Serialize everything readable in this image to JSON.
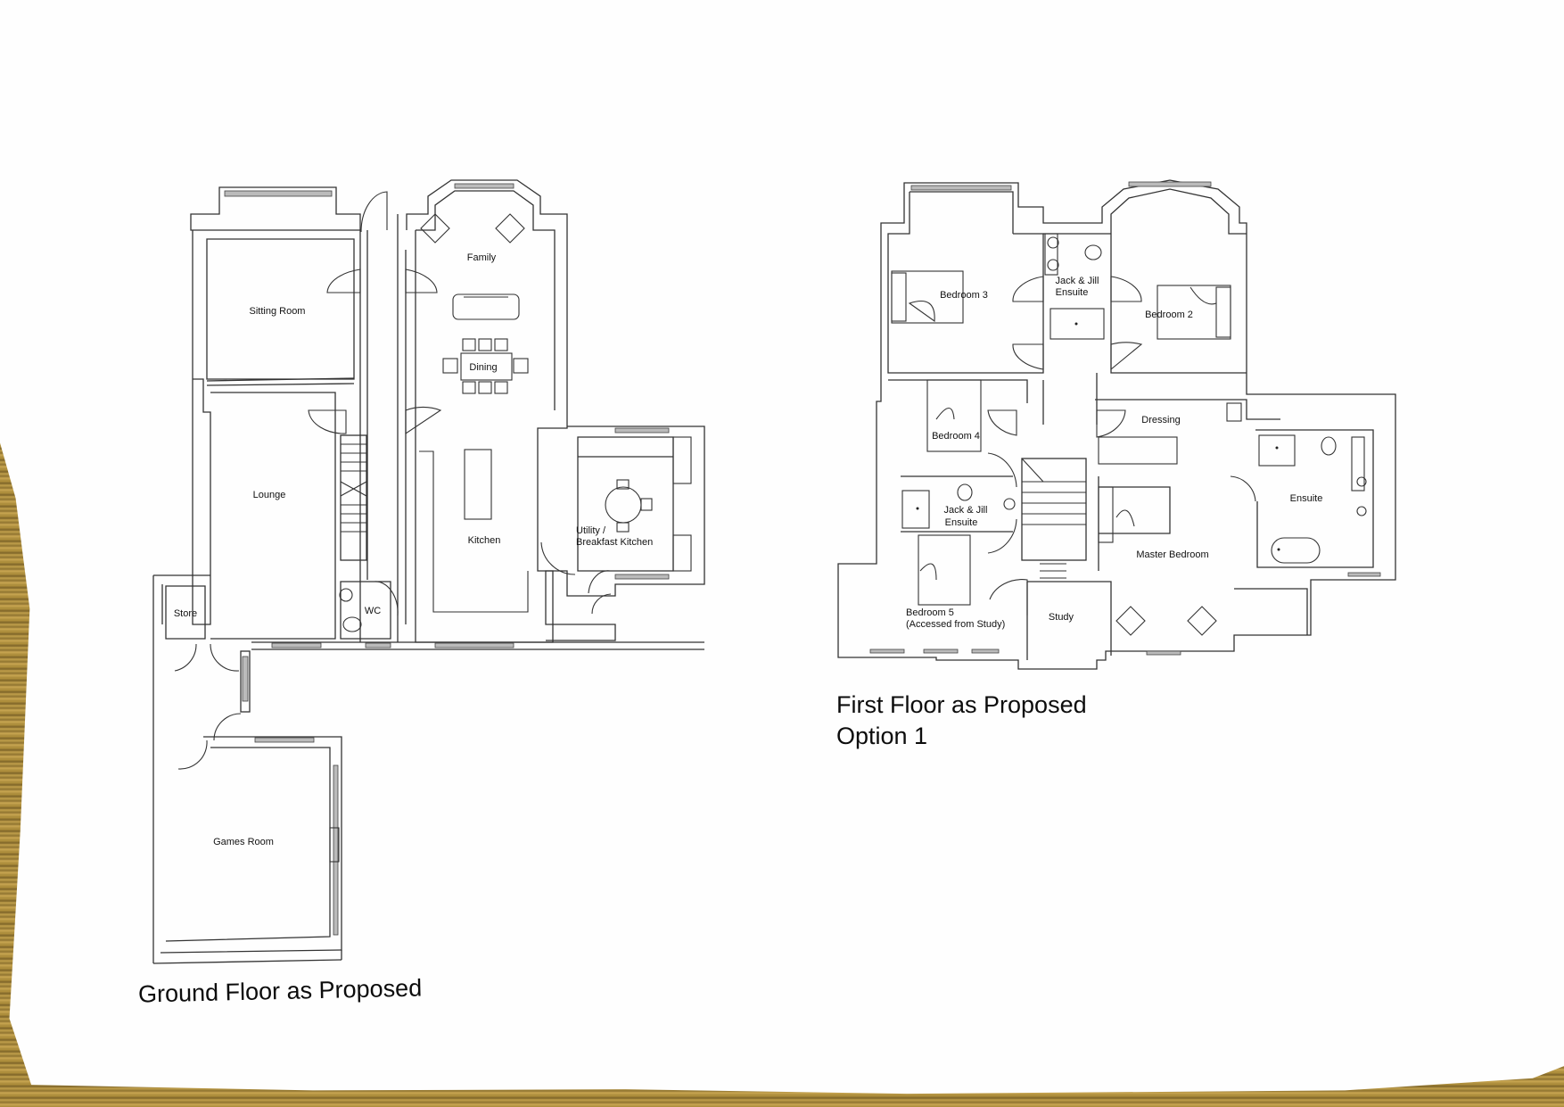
{
  "document": {
    "type": "architectural floor plans",
    "drawings": [
      {
        "id": "ground",
        "title": "Ground Floor as Proposed",
        "rooms": [
          {
            "label": "Sitting Room"
          },
          {
            "label": "Family"
          },
          {
            "label": "Dining"
          },
          {
            "label": "Lounge"
          },
          {
            "label": "Kitchen"
          },
          {
            "label": "Utility /"
          },
          {
            "label": "Breakfast Kitchen"
          },
          {
            "label": "WC"
          },
          {
            "label": "Store"
          },
          {
            "label": "Games Room"
          }
        ]
      },
      {
        "id": "first",
        "title_line1": "First Floor as Proposed",
        "title_line2": "Option 1",
        "rooms": [
          {
            "label": "Bedroom 3"
          },
          {
            "label": "Jack & Jill"
          },
          {
            "label": "Ensuite"
          },
          {
            "label": "Bedroom 2"
          },
          {
            "label": "Bedroom 4"
          },
          {
            "label": "Dressing"
          },
          {
            "label": "Ensuite"
          },
          {
            "label": "Jack & Jill"
          },
          {
            "label": "Ensuite"
          },
          {
            "label": "Master Bedroom"
          },
          {
            "label": "Bedroom 5"
          },
          {
            "label": "(Accessed from Study)"
          },
          {
            "label": "Study"
          }
        ]
      }
    ]
  },
  "colors": {
    "paper": "#fefefe",
    "ink": "#111111",
    "background_wood": "#b8973f"
  }
}
